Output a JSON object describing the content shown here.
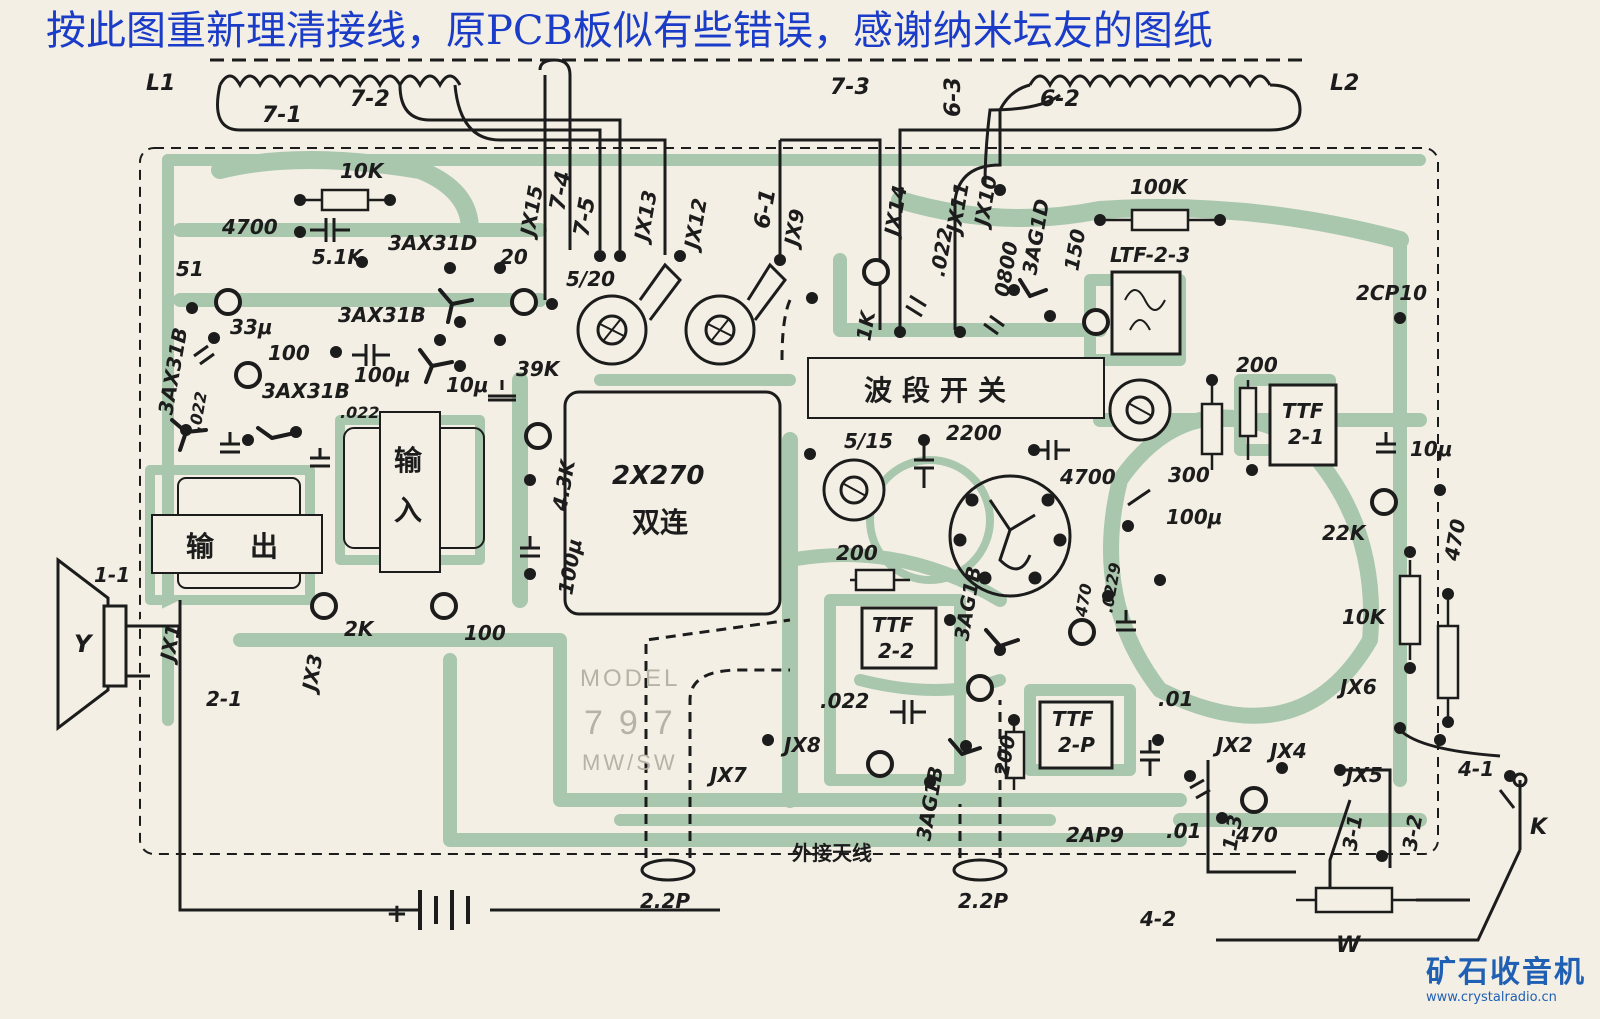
{
  "header": {
    "title": "按此图重新理清接线，原PCB板似有些错误，感谢纳米坛友的图纸",
    "title_color": "#1a3cc8"
  },
  "coils": {
    "l1": "L1",
    "l2": "L2",
    "t71": "7-1",
    "t72": "7-2",
    "t73": "7-3",
    "t61": "6-1",
    "t62": "6-2",
    "t63": "6-3",
    "t74": "7-4",
    "t75": "7-5"
  },
  "jumpers": {
    "jx15": "JX15",
    "jx13": "JX13",
    "jx12": "JX12",
    "jx9": "JX9",
    "jx14": "JX14",
    "jx11": "JX11",
    "jx10": "JX10",
    "jx1": "JX1",
    "jx3": "JX3",
    "jx8": "JX8",
    "jx7": "JX7",
    "jx2": "JX2",
    "jx4": "JX4",
    "jx5": "JX5",
    "jx6": "JX6"
  },
  "components": {
    "r10k_top": "10K",
    "c4700_top": "4700",
    "r5_1k": "5.1K",
    "q3ax31d": "3AX31D",
    "r20": "20",
    "r51": "51",
    "q3ax31b_a": "3AX31B",
    "c33u": "33μ",
    "q3ax31b_b": "3AX31B",
    "r100_a": "100",
    "c100u_a": "100μ",
    "c10u_a": "10μ",
    "r39k": "39K",
    "q3ax31b_c": "3AX31B",
    "c022_a": ".022",
    "c022_b": ".022",
    "r4_3k": "4.3K",
    "c100u_b": "100μ",
    "r2k": "2K",
    "r100_b": "100",
    "trim5_20": "5/20",
    "r1k": "1K",
    "c022_c": ".022",
    "c0800": "0800",
    "q3ag1d": "3AG1D",
    "r150": "150",
    "r100k": "100K",
    "ltf": "LTF-2-3",
    "d2cp10": "2CP10",
    "r200_a": "200",
    "ttf21_a": "TTF",
    "ttf21_b": "2-1",
    "c10u_b": "10μ",
    "trim5_15": "5/15",
    "c2200": "2200",
    "c4700_b": "4700",
    "r300": "300",
    "c100u_c": "100μ",
    "r22k": "22K",
    "r470_a": "470",
    "r200_b": "200",
    "ttf22_a": "TTF",
    "ttf22_b": "2-2",
    "q3ag1b_a": "3AG1B",
    "r470_b": "470",
    "c0229": ".0229",
    "r10k_b": "10K",
    "c01_a": ".01",
    "c022_d": ".022",
    "ttf2p_a": "TTF",
    "ttf2p_b": "2-P",
    "r200_c": "200",
    "q3ag1b_b": "3AG1B",
    "c01_b": ".01",
    "d2ap9": "2AP9",
    "r470_c": "470",
    "c22p_a": "2.2P",
    "c22p_b": "2.2P",
    "n4_1": "4-1",
    "n4_2": "4-2",
    "n3_1": "3-1",
    "n3_2": "3-2",
    "n3_3": "1-3",
    "sw_k": "K",
    "pot_w": "W",
    "n1_1": "1-1",
    "n2_1": "2-1",
    "spk_y": "Y",
    "gang_a": "2X270",
    "gang_b": "双连",
    "band_sw": "波段开关",
    "out_tx_a": "输",
    "out_tx_b": "出",
    "in_tx_a": "输",
    "in_tx_b": "入",
    "ext_ant": "外接天线",
    "batt_plus": "+",
    "batt_minus": "−"
  },
  "model": {
    "line1": "MODEL",
    "line2": "797",
    "line3": "MW/SW"
  },
  "watermark": {
    "brand": "矿石收音机",
    "url": "www.crystalradio.cn",
    "color": "#1f5fb4"
  },
  "colors": {
    "trace": "#a9c7ad",
    "ink": "#1c1c1c",
    "paper": "#f3efe4"
  }
}
